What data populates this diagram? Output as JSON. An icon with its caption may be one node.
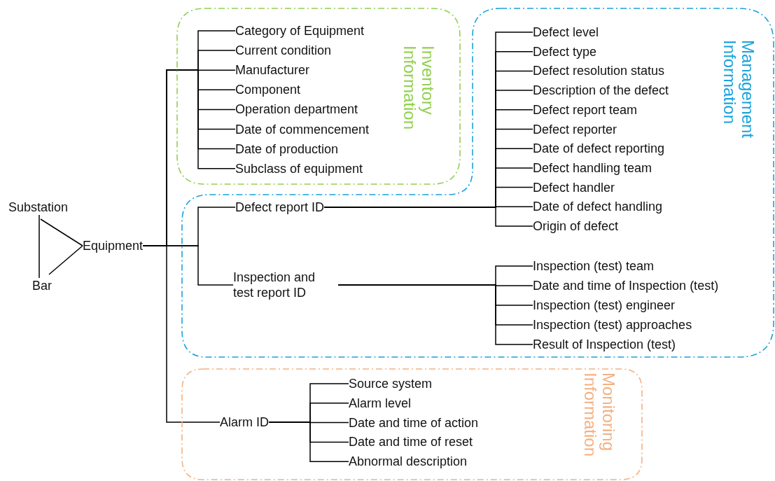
{
  "diagram": {
    "nodes": [
      {
        "text": [
          "Substation"
        ]
      },
      {
        "text": [
          "Bar"
        ]
      },
      {
        "text": [
          "Equipment"
        ]
      },
      {
        "text": [
          "Inventory Information"
        ]
      },
      {
        "text": [
          "Category of Equipment"
        ],
        "in": 3
      },
      {
        "text": [
          "Current condition"
        ],
        "in": 3
      },
      {
        "text": [
          "Manufacturer"
        ],
        "in": 3
      },
      {
        "text": [
          "Component"
        ],
        "in": 3
      },
      {
        "text": [
          "Operation department"
        ],
        "in": 3
      },
      {
        "text": [
          "Date of commencement"
        ],
        "in": 3
      },
      {
        "text": [
          "Date of production"
        ],
        "in": 3
      },
      {
        "text": [
          "Subclass of equipment"
        ],
        "in": 3
      },
      {
        "text": [
          "Management Information"
        ]
      },
      {
        "text": [
          "Defect report ID"
        ],
        "in": 12
      },
      {
        "text": [
          "Defect level"
        ],
        "in": 12
      },
      {
        "text": [
          "Defect type"
        ],
        "in": 12
      },
      {
        "text": [
          "Defect resolution status"
        ],
        "in": 12
      },
      {
        "text": [
          "Description of the defect"
        ],
        "in": 12
      },
      {
        "text": [
          "Defect report team"
        ],
        "in": 12
      },
      {
        "text": [
          "Defect reporter"
        ],
        "in": 12
      },
      {
        "text": [
          "Date of defect reporting"
        ],
        "in": 12
      },
      {
        "text": [
          "Defect handling team"
        ],
        "in": 12
      },
      {
        "text": [
          "Defect handler"
        ],
        "in": 12
      },
      {
        "text": [
          "Date of defect handling"
        ],
        "in": 12
      },
      {
        "text": [
          "Origin of defect"
        ],
        "in": 12
      },
      {
        "text": [
          "Inspection and test report ID"
        ],
        "in": 12
      },
      {
        "text": [
          "Inspection (test) team"
        ],
        "in": 12
      },
      {
        "text": [
          "Date and time of Inspection (test)"
        ],
        "in": 12
      },
      {
        "text": [
          "Inspection (test)  engineer"
        ],
        "in": 12
      },
      {
        "text": [
          "Inspection (test) approaches"
        ],
        "in": 12
      },
      {
        "text": [
          "Result of Inspection (test)"
        ],
        "in": 12
      },
      {
        "text": [
          "Monitoring Information"
        ]
      },
      {
        "text": [
          "Alarm ID"
        ],
        "in": 31
      },
      {
        "text": [
          "Source system"
        ],
        "in": 31
      },
      {
        "text": [
          "Alarm level"
        ],
        "in": 31
      },
      {
        "text": [
          "Date and time of action"
        ],
        "in": 31
      },
      {
        "text": [
          "Date and time of reset"
        ],
        "in": 31
      },
      {
        "text": [
          "Abnormal description"
        ],
        "in": 31
      }
    ],
    "edges": [
      {
        "from": 0,
        "to": 1,
        "arrow": "none"
      },
      {
        "from": 0,
        "to": 2,
        "arrow": "none"
      },
      {
        "from": 1,
        "to": 2,
        "arrow": "none"
      },
      {
        "from": 2,
        "to": 4,
        "arrow": "none"
      },
      {
        "from": 2,
        "to": 5,
        "arrow": "none"
      },
      {
        "from": 2,
        "to": 6,
        "arrow": "none"
      },
      {
        "from": 2,
        "to": 7,
        "arrow": "none"
      },
      {
        "from": 2,
        "to": 8,
        "arrow": "none"
      },
      {
        "from": 2,
        "to": 9,
        "arrow": "none"
      },
      {
        "from": 2,
        "to": 10,
        "arrow": "none"
      },
      {
        "from": 2,
        "to": 11,
        "arrow": "none"
      },
      {
        "from": 2,
        "to": 13,
        "arrow": "none"
      },
      {
        "from": 2,
        "to": 25,
        "arrow": "none"
      },
      {
        "from": 2,
        "to": 32,
        "arrow": "none"
      },
      {
        "from": 13,
        "to": 14,
        "arrow": "none"
      },
      {
        "from": 13,
        "to": 15,
        "arrow": "none"
      },
      {
        "from": 13,
        "to": 16,
        "arrow": "none"
      },
      {
        "from": 13,
        "to": 17,
        "arrow": "none"
      },
      {
        "from": 13,
        "to": 18,
        "arrow": "none"
      },
      {
        "from": 13,
        "to": 19,
        "arrow": "none"
      },
      {
        "from": 13,
        "to": 20,
        "arrow": "none"
      },
      {
        "from": 13,
        "to": 21,
        "arrow": "none"
      },
      {
        "from": 13,
        "to": 22,
        "arrow": "none"
      },
      {
        "from": 13,
        "to": 23,
        "arrow": "none"
      },
      {
        "from": 13,
        "to": 24,
        "arrow": "none"
      },
      {
        "from": 25,
        "to": 26,
        "arrow": "none"
      },
      {
        "from": 25,
        "to": 27,
        "arrow": "none"
      },
      {
        "from": 25,
        "to": 28,
        "arrow": "none"
      },
      {
        "from": 25,
        "to": 29,
        "arrow": "none"
      },
      {
        "from": 25,
        "to": 30,
        "arrow": "none"
      },
      {
        "from": 32,
        "to": 33,
        "arrow": "none"
      },
      {
        "from": 32,
        "to": 34,
        "arrow": "none"
      },
      {
        "from": 32,
        "to": 35,
        "arrow": "none"
      },
      {
        "from": 32,
        "to": 36,
        "arrow": "none"
      },
      {
        "from": 32,
        "to": 37,
        "arrow": "none"
      }
    ]
  }
}
